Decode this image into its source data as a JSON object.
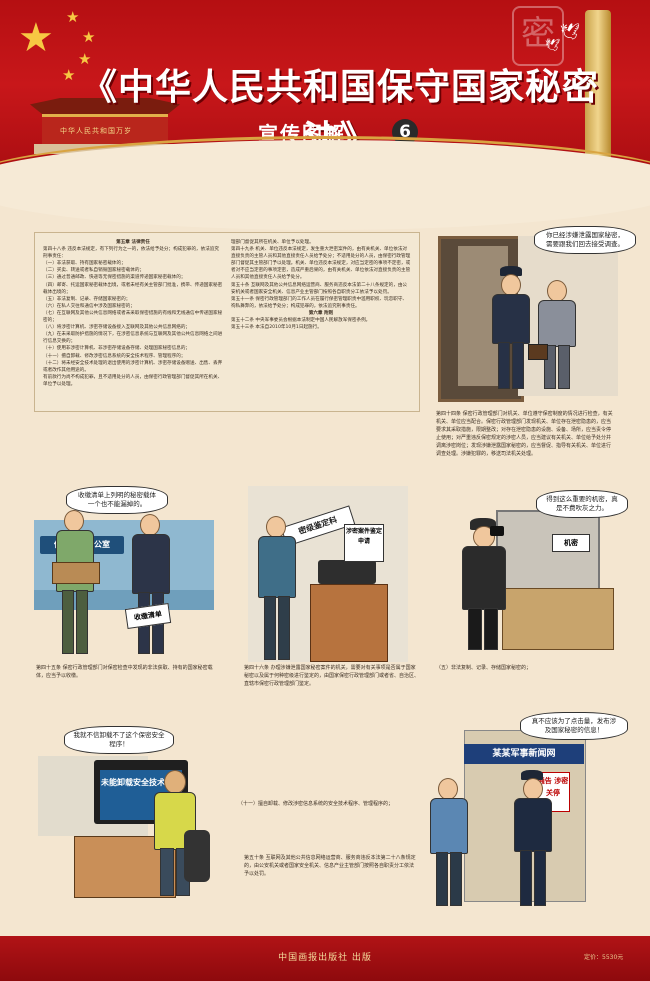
{
  "header": {
    "title": "《中华人民共和国保守国家秘密法》",
    "subtitle": "宣传图解",
    "issue_number": "6",
    "gate_plaque": "中华人民共和国万岁"
  },
  "law_box": {
    "col1": [
      "第五章  法律责任",
      "第四十八条  违反本法规定，有下列行为之一的，依法给予处分；构成犯罪的，依法追究刑事责任：",
      "（一）非法获取、持有国家秘密载体的；",
      "（二）买卖、转送或者私自销毁国家秘密载体的；",
      "（三）通过普通邮政、快递等无保密措施的渠道传递国家秘密载体的；",
      "（四）邮寄、托运国家秘密载体出境，或者未经有关主管部门批准，携带、传递国家秘密载体出境的；",
      "（五）非法复制、记录、存储国家秘密的；",
      "（六）在私人交往和通信中涉及国家秘密的；",
      "（七）在互联网及其他公共信息网络或者未采取保密措施的有线和无线通信中传递国家秘密的；",
      "（八）将涉密计算机、涉密存储设备接入互联网及其他公共信息网络的；",
      "（九）在未采取防护措施的情况下，在涉密信息系统与互联网及其他公共信息网络之间进行信息交换的；",
      "（十）使用非涉密计算机、非涉密存储设备存储、处理国家秘密信息的；",
      "（十一）擅自卸载、修改涉密信息系统的安全技术程序、管理程序的；",
      "（十二）将未经安全技术处理的退出使用的涉密计算机、涉密存储设备赠送、出售、丢弃或者改作其他用途的。",
      "有前款行为尚不构成犯罪，且不适用处分的人员，由保密行政管理部门督促其所在机关、单位予以处理。"
    ],
    "col2": [
      "理部门督促其所在机关、单位予以处理。",
      "第四十九条  机关、单位违反本法规定，发生重大泄密案件的，由有关机关、单位依法对直接负责的主管人员和其他直接责任人员给予处分；不适用处分的人员，由保密行政管理部门督促其主管部门予以处理。机关、单位违反本法规定，对应当定密的事项不定密，或者对不应当定密的事项定密，造成严重后果的，由有关机关、单位依法对直接负责的主管人员和其他直接责任人员给予处分。",
      "第五十条  互联网及其他公共信息网络运营商、服务商违反本法第二十八条规定的，由公安机关或者国家安全机关、信息产业主管部门按照各自职责分工依法予以处罚。",
      "第五十一条  保密行政管理部门的工作人员在履行保密管理职责中滥用职权、玩忽职守、徇私舞弊的，依法给予处分；构成犯罪的，依法追究刑事责任。",
      "第六章  附则",
      "第五十二条  中央军事委员会根据本法制定中国人民解放军保密条例。",
      "第五十三条  本法自2010年10月1日起施行。"
    ]
  },
  "scenes": {
    "s1": {
      "bubble": "你已经涉嫌泄露国家秘密，需要跟我们回去接受调查。",
      "caption": "第四十四条  保密行政管理部门对机关、单位遵守保密制度的情况进行检查，有关机关、单位应当配合。保密行政管理部门发现机关、单位存在泄密隐患的，应当要求其采取措施，限期整改；对存在泄密隐患的设施、设备、场所，应当责令停止使用；对严重违反保密规定的涉密人员，应当建议有关机关、单位给予处分并调离涉密岗位；发现涉嫌泄露国家秘密的，应当督促、指导有关机关、单位进行调查处理。涉嫌犯罪的，移送司法机关处理。"
    },
    "s2": {
      "bubble": "收缴清单上列明的秘密载体一个也不能漏掉的。",
      "sign": "保密检查办公室",
      "paper": "收缴清单",
      "caption": "第四十五条  保密行政管理部门对保密检查中发现的非法获取、持有的国家秘密载体，应当予以收缴。"
    },
    "s3": {
      "sign": "密级鉴定科",
      "paper": "涉密案件鉴定申请",
      "caption": "第四十六条  办理涉嫌泄露国家秘密案件的机关，需要对有关事项是否属于国家秘密以及属于何种密级进行鉴定的，由国家保密行政管理部门或者省、自治区、直辖市保密行政管理部门鉴定。"
    },
    "s4": {
      "bubble": "得到这么重要的机密，真是不费吹灰之力。",
      "sign": "机密",
      "caption": "（五）非法复制、记录、存储国家秘密的；"
    },
    "s5": {
      "bubble": "我就不信卸载不了这个保密安全程序！",
      "screen": "未能卸载安全技术程序",
      "caption": "（十一）擅自卸载、修改涉密信息系统的安全技术程序、管理程序的；"
    },
    "s6": {
      "bubble": "真不应该为了点击量，发布涉及国家秘密的信息！",
      "sign": "某某军事新闻网",
      "notice": "通告  涉密关停",
      "caption": "第五十条  互联网及其他公共信息网络运营商、服务商违反本法第二十八条规定的，由公安机关或者国家安全机关、信息产业主管部门按照各自职责分工依法予以处罚。"
    }
  },
  "footer": {
    "publisher": "中国画报出版社  出版",
    "price": "定价：5530元"
  },
  "colors": {
    "header_red": "#c8171a",
    "gold": "#f7c843",
    "paper": "#f4e6d0",
    "footer_red": "#a50f12"
  }
}
